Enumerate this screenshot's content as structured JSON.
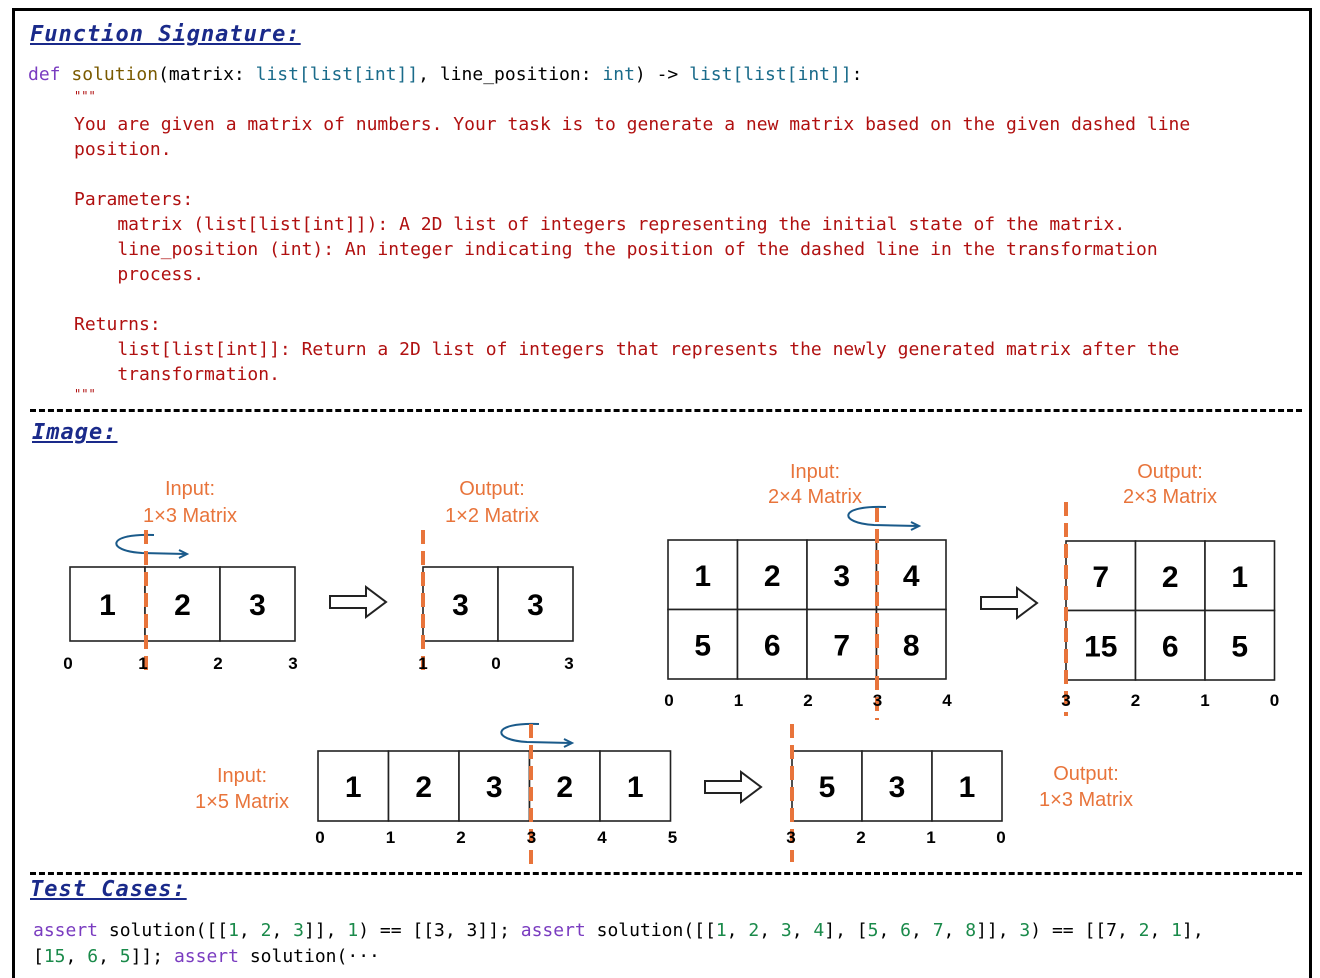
{
  "headers": {
    "signature": "Function Signature:",
    "image": "Image:",
    "tests": "Test Cases:"
  },
  "signature": {
    "def": "def",
    "name": "solution",
    "p1_open": "(matrix: ",
    "p1_type": "list[list[int]]",
    "p2_sep": ", line_position: ",
    "p2_type": "int",
    "arrow": ") -> ",
    "ret_type": "list[list[int]]",
    "colon": ":"
  },
  "docstring": [
    "\"\"\"",
    "You are given a matrix of numbers. Your task is to generate a new matrix based on the given dashed line",
    "position.",
    "",
    "Parameters:",
    "    matrix (list[list[int]]): A 2D list of integers representing the initial state of the matrix.",
    "    line_position (int): An integer indicating the position of the dashed line in the transformation",
    "    process.",
    "",
    "Returns:",
    "    list[list[int]]: Return a 2D list of integers that represents the newly generated matrix after the",
    "    transformation.",
    "\"\"\""
  ],
  "examples": [
    {
      "input_label": "Input:",
      "input_size": "1×3 Matrix",
      "output_label": "Output:",
      "output_size": "1×2 Matrix",
      "input": [
        [
          1,
          2,
          3
        ]
      ],
      "input_ticks": [
        "0",
        "1",
        "2",
        "3"
      ],
      "output": [
        [
          3,
          3
        ]
      ],
      "output_ticks": [
        "1",
        "0",
        "3"
      ]
    },
    {
      "input_label": "Input:",
      "input_size": "2×4 Matrix",
      "output_label": "Output:",
      "output_size": "2×3 Matrix",
      "input": [
        [
          1,
          2,
          3,
          4
        ],
        [
          5,
          6,
          7,
          8
        ]
      ],
      "input_ticks": [
        "0",
        "1",
        "2",
        "3",
        "4"
      ],
      "output": [
        [
          7,
          2,
          1
        ],
        [
          15,
          6,
          5
        ]
      ],
      "output_ticks": [
        "3",
        "2",
        "1",
        "0"
      ]
    },
    {
      "input_label": "Input:",
      "input_size": "1×5 Matrix",
      "output_label": "Output:",
      "output_size": "1×3 Matrix",
      "input": [
        [
          1,
          2,
          3,
          2,
          1
        ]
      ],
      "input_ticks": [
        "0",
        "1",
        "2",
        "3",
        "4",
        "5"
      ],
      "output": [
        [
          5,
          3,
          1
        ]
      ],
      "output_ticks": [
        "3",
        "2",
        "1",
        "0"
      ]
    }
  ],
  "tests": {
    "line1": [
      {
        "t": "kw",
        "v": "assert"
      },
      {
        "t": "p",
        "v": " solution([["
      },
      {
        "t": "n",
        "v": "1"
      },
      {
        "t": "p",
        "v": ", "
      },
      {
        "t": "n",
        "v": "2"
      },
      {
        "t": "p",
        "v": ", "
      },
      {
        "t": "n",
        "v": "3"
      },
      {
        "t": "p",
        "v": "]], "
      },
      {
        "t": "n",
        "v": "1"
      },
      {
        "t": "p",
        "v": ") == [[3, 3]]; "
      },
      {
        "t": "kw",
        "v": "assert"
      },
      {
        "t": "p",
        "v": " solution([["
      },
      {
        "t": "n",
        "v": "1"
      },
      {
        "t": "p",
        "v": ", "
      },
      {
        "t": "n",
        "v": "2"
      },
      {
        "t": "p",
        "v": ", "
      },
      {
        "t": "n",
        "v": "3"
      },
      {
        "t": "p",
        "v": ", "
      },
      {
        "t": "n",
        "v": "4"
      },
      {
        "t": "p",
        "v": "], ["
      },
      {
        "t": "n",
        "v": "5"
      },
      {
        "t": "p",
        "v": ", "
      },
      {
        "t": "n",
        "v": "6"
      },
      {
        "t": "p",
        "v": ", "
      },
      {
        "t": "n",
        "v": "7"
      },
      {
        "t": "p",
        "v": ", "
      },
      {
        "t": "n",
        "v": "8"
      },
      {
        "t": "p",
        "v": "]], "
      },
      {
        "t": "n",
        "v": "3"
      },
      {
        "t": "p",
        "v": ") == [[7, "
      },
      {
        "t": "n",
        "v": "2"
      },
      {
        "t": "p",
        "v": ", "
      },
      {
        "t": "n",
        "v": "1"
      },
      {
        "t": "p",
        "v": "],"
      }
    ],
    "line2": [
      {
        "t": "p",
        "v": "["
      },
      {
        "t": "n",
        "v": "15"
      },
      {
        "t": "p",
        "v": ", "
      },
      {
        "t": "n",
        "v": "6"
      },
      {
        "t": "p",
        "v": ", "
      },
      {
        "t": "n",
        "v": "5"
      },
      {
        "t": "p",
        "v": "]]; "
      },
      {
        "t": "kw",
        "v": "assert"
      },
      {
        "t": "p",
        "v": " solution(···"
      }
    ]
  },
  "colors": {
    "dashed_line": "#e8743b",
    "label": "#e8743b",
    "arrow": "#1a5a8a"
  }
}
